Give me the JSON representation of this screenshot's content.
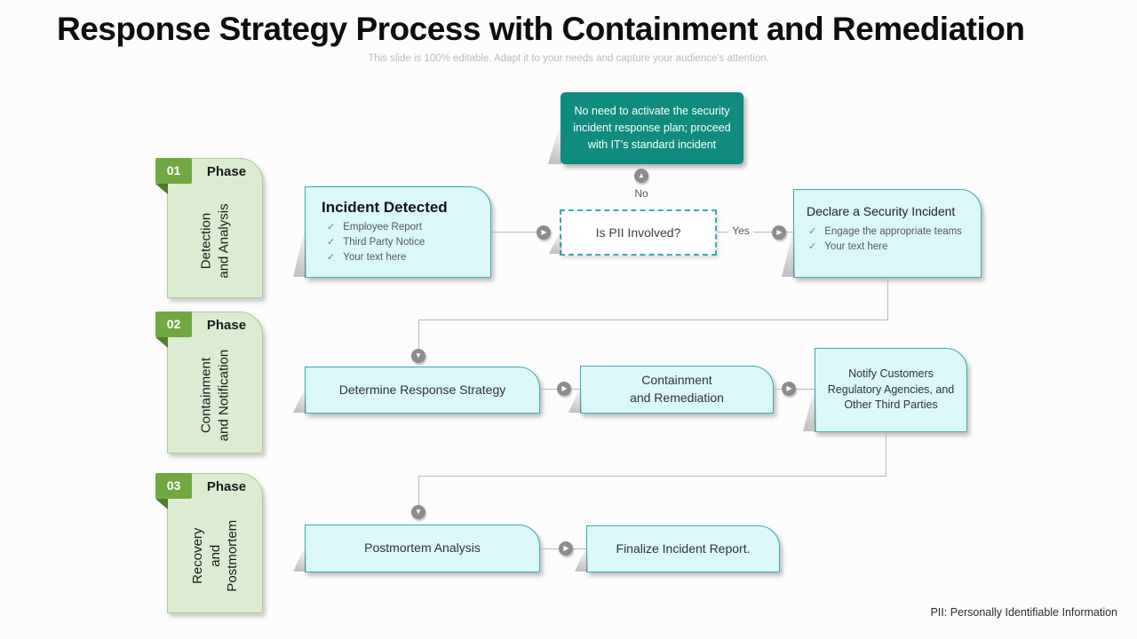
{
  "slide": {
    "title": "Response Strategy Process with Containment and Remediation",
    "subtitle": "This slide is 100% editable. Adapt it to your needs and capture your audience's attention.",
    "footnote": "PII: Personally Identifiable Information"
  },
  "phases": [
    {
      "number": "01",
      "label": "Phase",
      "name": "Detection\nand Analysis"
    },
    {
      "number": "02",
      "label": "Phase",
      "name": "Containment\nand Notification"
    },
    {
      "number": "03",
      "label": "Phase",
      "name": "Recovery\nand\nPostmortem"
    }
  ],
  "callout": {
    "text": "No need to activate the security\nincident response plan; proceed\nwith IT’s standard incident"
  },
  "decision": {
    "question": "Is PII Involved?",
    "yes_label": "Yes",
    "no_label": "No"
  },
  "boxes": {
    "incident_detected": {
      "title": "Incident Detected",
      "items": [
        "Employee Report",
        "Third Party Notice",
        "Your text here"
      ]
    },
    "declare": {
      "title": "Declare a Security Incident",
      "items": [
        "Engage the appropriate teams",
        "Your text here"
      ]
    },
    "determine": {
      "title": "Determine Response Strategy"
    },
    "containment": {
      "title": "Containment\nand Remediation"
    },
    "notify": {
      "title": "Notify Customers\nRegulatory Agencies, and\nOther Third Parties"
    },
    "postmortem": {
      "title": "Postmortem Analysis"
    },
    "finalize": {
      "title": "Finalize Incident Report."
    }
  },
  "icons": {
    "check": "✓",
    "arrow_right": "▶",
    "arrow_up": "▲",
    "arrow_down": "▼"
  },
  "colors": {
    "bg": "#fcfcfc",
    "teal": "#0f8b80",
    "cyan_fill": "#d9f8f7",
    "cyan_border": "#43a7b0",
    "green_fill": "#dcecd2",
    "green_border": "#afcc97",
    "badge_green": "#71a844",
    "badge_fold": "#4e7c30",
    "connector": "#b9b9b9",
    "arrow_circle": "#8c8c8c"
  }
}
